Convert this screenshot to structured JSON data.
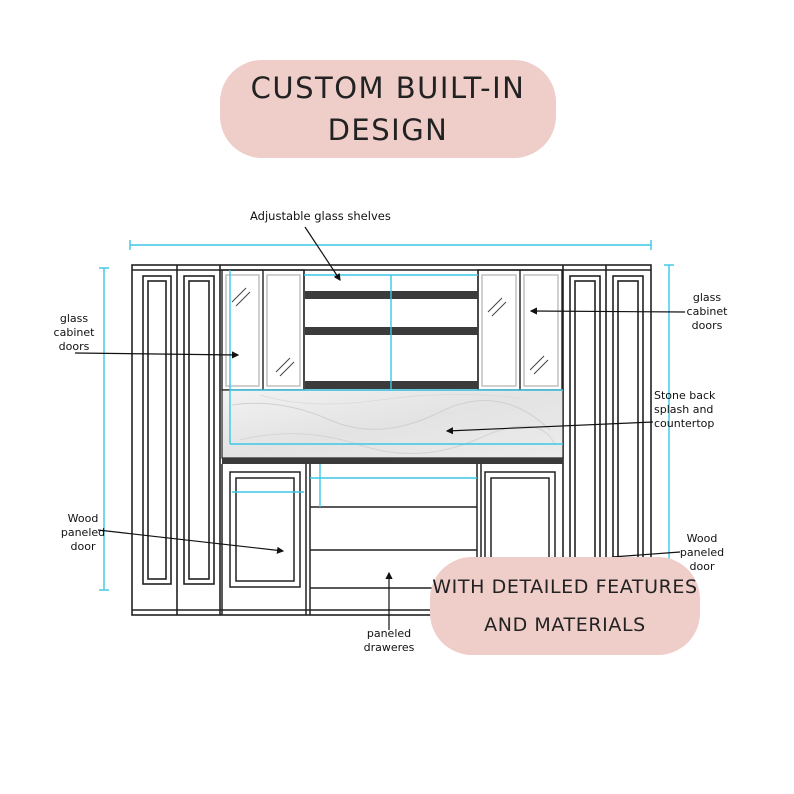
{
  "header": {
    "title_line1": "CUSTOM BUILT-IN",
    "title_line2": "DESIGN"
  },
  "footer_badge": {
    "line1": "WITH DETAILED FEATURES",
    "line2": "AND MATERIALS"
  },
  "labels": {
    "adjustable_shelves": "Adjustable glass shelves",
    "glass_doors_left": [
      "glass",
      "cabinet",
      "doors"
    ],
    "glass_doors_right": [
      "glass",
      "cabinet",
      "doors"
    ],
    "stone_backsplash": [
      "Stone back",
      "splash and",
      "countertop"
    ],
    "wood_door_left": [
      "Wood",
      "paneled",
      "door"
    ],
    "wood_door_right": [
      "Wood",
      "paneled",
      "door"
    ],
    "paneled_drawers": [
      "paneled",
      "draweres"
    ]
  },
  "colors": {
    "pill": "#efcdc9",
    "dimension": "#3cc7e6",
    "line": "#222222"
  }
}
